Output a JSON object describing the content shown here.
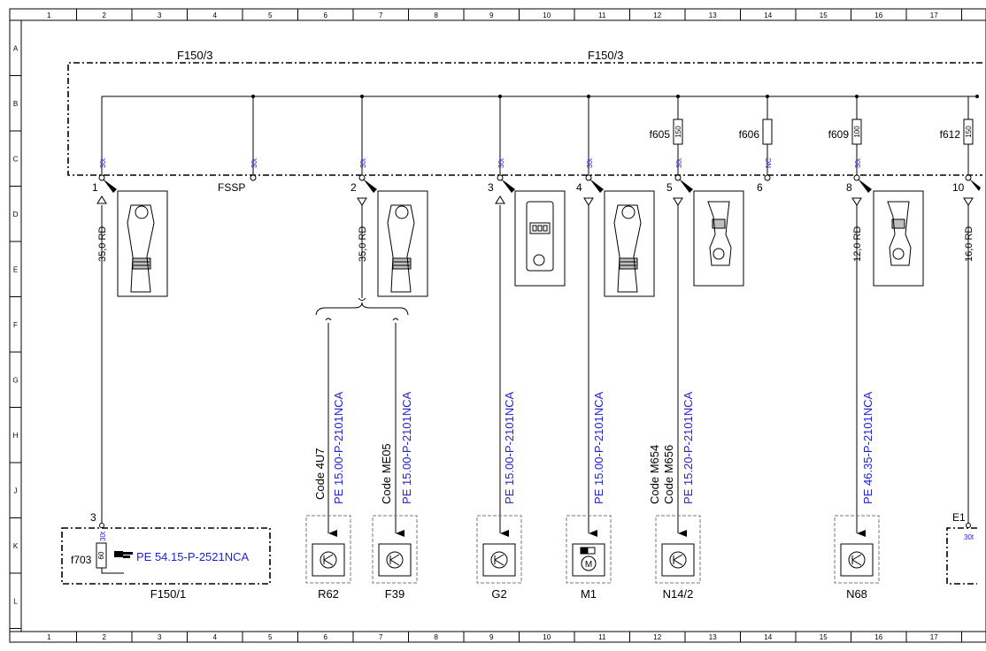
{
  "frame": {
    "columns": [
      "1",
      "2",
      "3",
      "4",
      "5",
      "6",
      "7",
      "8",
      "9",
      "10",
      "11",
      "12",
      "13",
      "14",
      "15",
      "16",
      "17"
    ],
    "rows": [
      "A",
      "B",
      "C",
      "D",
      "E",
      "F",
      "G",
      "H",
      "J",
      "K",
      "L"
    ]
  },
  "colors": {
    "line": "#000000",
    "blue": "#1f1fd0",
    "grey": "#777777"
  },
  "fuse_box": {
    "label_left": "F150/3",
    "label_center": "F150/3",
    "fssp_label": "FSSP"
  },
  "terminals": [
    {
      "num": "1",
      "tag": "30t"
    },
    {
      "num": "",
      "tag": "30t"
    },
    {
      "num": "2",
      "tag": "30t"
    },
    {
      "num": "3",
      "tag": "30t"
    },
    {
      "num": "4",
      "tag": "30t"
    },
    {
      "num": "5",
      "tag": "30t"
    },
    {
      "num": "6",
      "tag": "NC"
    },
    {
      "num": "8",
      "tag": "30t"
    },
    {
      "num": "10",
      "tag": ""
    }
  ],
  "fuses": [
    {
      "label": "f605",
      "rating": "150"
    },
    {
      "label": "f606",
      "rating": ""
    },
    {
      "label": "f609",
      "rating": "100"
    },
    {
      "label": "f612",
      "rating": "150"
    }
  ],
  "wires": [
    {
      "spec": "35,0 RD"
    },
    {
      "spec": "35,0 RD"
    },
    {
      "spec": "12,0 RD"
    },
    {
      "spec": "16,0 RD"
    }
  ],
  "branches": [
    {
      "code": "Code 4U7",
      "ref": "PE 15.00-P-2101NCA",
      "component": "R62",
      "kind": "ground"
    },
    {
      "code": "Code ME05",
      "ref": "PE 15.00-P-2101NCA",
      "component": "F39",
      "kind": "ground"
    },
    {
      "code": "",
      "ref": "PE 15.00-P-2101NCA",
      "component": "G2",
      "kind": "ground"
    },
    {
      "code": "",
      "ref": "PE 15.00-P-2101NCA",
      "component": "M1",
      "kind": "motor"
    },
    {
      "code": "Code M654",
      "code2": "Code M656",
      "ref": "PE 15.20-P-2101NCA",
      "component": "N14/2",
      "kind": "ground"
    },
    {
      "code": "",
      "ref": "PE 46.35-P-2101NCA",
      "component": "N68",
      "kind": "ground"
    }
  ],
  "bottom_left": {
    "box_label": "F150/1",
    "pin": "3",
    "fuse_label": "f703",
    "fuse_rating": "60",
    "tag": "30t",
    "ref": "PE 54.15-P-2521NCA",
    "pointer_icon": "pointing-hand-icon"
  },
  "right_edge": {
    "label": "E1",
    "tag": "30t"
  }
}
